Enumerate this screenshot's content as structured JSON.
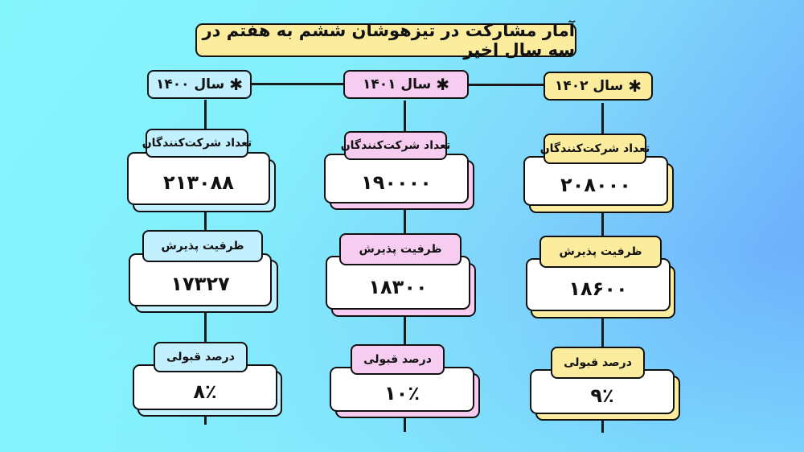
{
  "title": "آمار مشارکت در تیزهوشان ششم به هفتم در سه سال اخیر",
  "colors": {
    "background_start": "#86f6fd",
    "background_end": "#6aa9fd",
    "title_fill": "#fbec9e",
    "year_1400_fill": "#c3f0fe",
    "year_1401_fill": "#f6cdf1",
    "year_1402_fill": "#fbec9e",
    "border": "#111111"
  },
  "icons": {
    "star": "✱"
  },
  "columns": [
    {
      "year_label": "سال ۱۴۰۰",
      "participants_label": "تعداد شرکت‌کنندگان",
      "participants_value": "۲۱۳۰۸۸",
      "capacity_label": "ظرفیت پذیرش",
      "capacity_value": "۱۷۳۲۷",
      "acceptance_label": "درصد قبولی",
      "acceptance_value": "۸٪"
    },
    {
      "year_label": "سال ۱۴۰۱",
      "participants_label": "تعداد شرکت‌کنندگان",
      "participants_value": "۱۹۰۰۰۰",
      "capacity_label": "ظرفیت پذیرش",
      "capacity_value": "۱۸۳۰۰",
      "acceptance_label": "درصد قبولی",
      "acceptance_value": "۱۰٪"
    },
    {
      "year_label": "سال ۱۴۰۲",
      "participants_label": "تعداد شرکت‌کنندگان",
      "participants_value": "۲۰۸۰۰۰",
      "capacity_label": "ظرفیت پذیرش",
      "capacity_value": "۱۸۶۰۰",
      "acceptance_label": "درصد قبولی",
      "acceptance_value": "۹٪"
    }
  ]
}
